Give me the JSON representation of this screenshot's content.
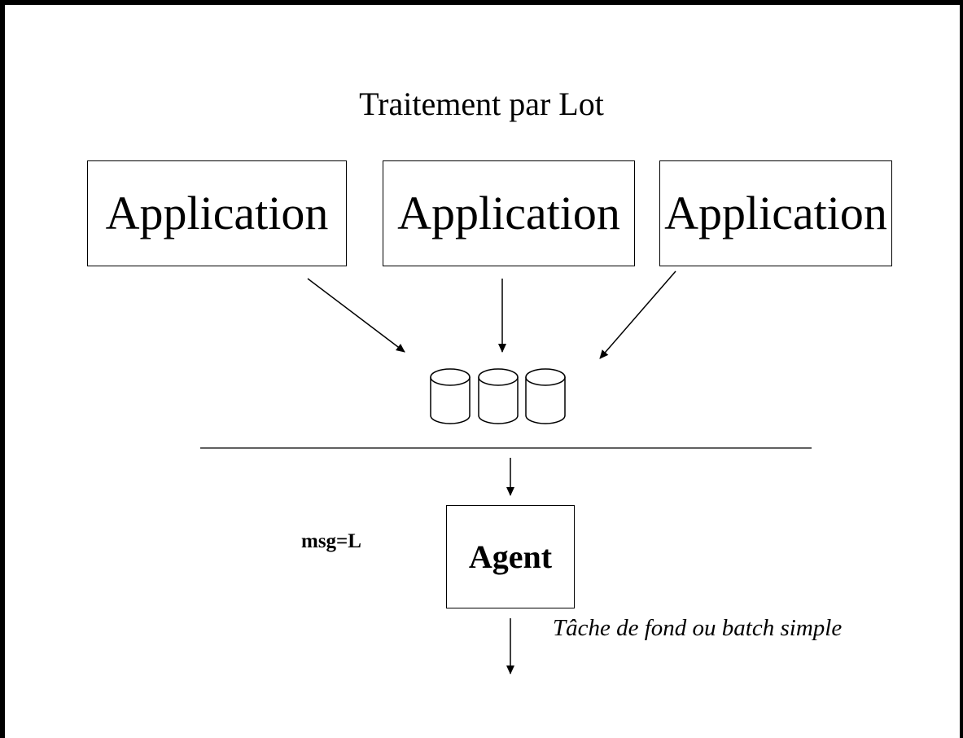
{
  "diagram": {
    "title": "Traitement par Lot",
    "applications": [
      "Application",
      "Application",
      "Application"
    ],
    "agent_label": "Agent",
    "message_label": "msg=L",
    "output_caption": "Tâche de fond ou batch simple",
    "colors": {
      "line": "#000000",
      "background": "#ffffff"
    },
    "icons": {
      "storage": "database-cylinder-icon"
    }
  }
}
